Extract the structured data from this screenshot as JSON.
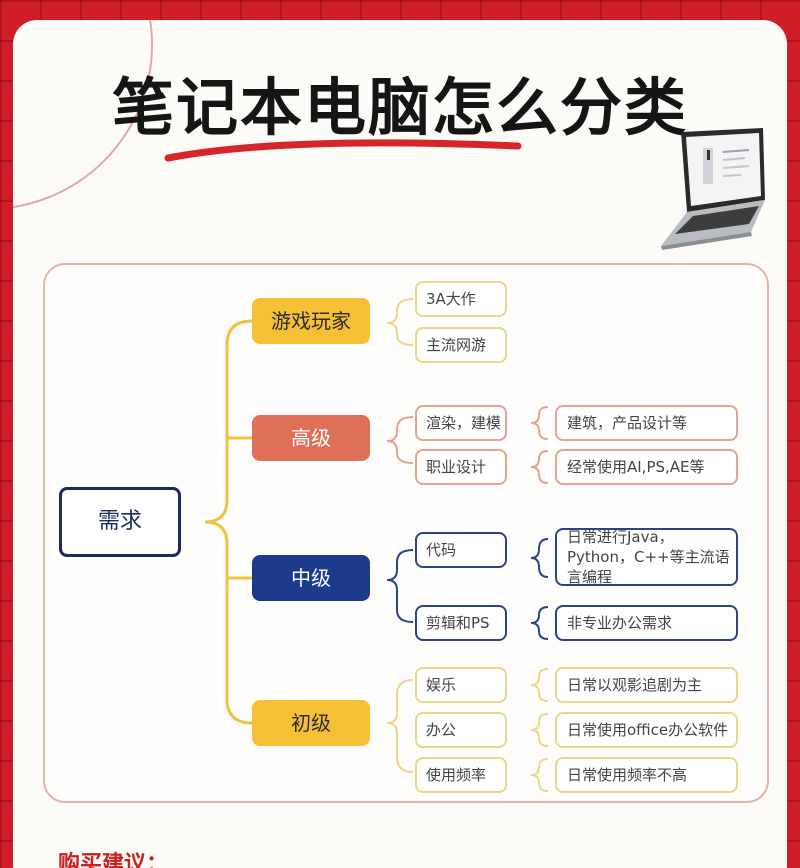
{
  "title": "笔记本电脑怎么分类",
  "colors": {
    "background_red": "#cf1e27",
    "card": "#fdfbf8",
    "gaming": "#f5c036",
    "high": "#df6f57",
    "mid": "#1c3b8c",
    "entry": "#f5c036",
    "root_border": "#1a2a5e"
  },
  "mindmap": {
    "root": "需求",
    "gaming": {
      "label": "游戏玩家",
      "items": [
        "3A大作",
        "主流网游"
      ]
    },
    "high": {
      "label": "高级",
      "items": [
        {
          "sub": "渲染，建模",
          "detail": "建筑，产品设计等"
        },
        {
          "sub": "职业设计",
          "detail": "经常使用AI,PS,AE等"
        }
      ]
    },
    "mid": {
      "label": "中级",
      "items": [
        {
          "sub": "代码",
          "detail": "日常进行Java，Python，C++等主流语言编程"
        },
        {
          "sub": "剪辑和PS",
          "detail": "非专业办公需求"
        }
      ]
    },
    "entry": {
      "label": "初级",
      "items": [
        {
          "sub": "娱乐",
          "detail": "日常以观影追剧为主"
        },
        {
          "sub": "办公",
          "detail": "日常使用office办公软件"
        },
        {
          "sub": "使用频率",
          "detail": "日常使用频率不高"
        }
      ]
    }
  },
  "footer": {
    "buy_advice": "购买建议："
  },
  "icons": {
    "laptop": "laptop-icon"
  }
}
